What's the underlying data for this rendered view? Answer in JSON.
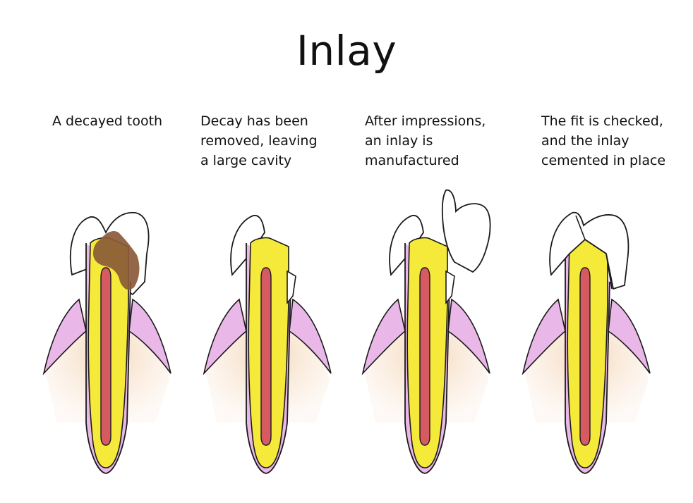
{
  "title": "Inlay",
  "steps": [
    {
      "caption": "A decayed tooth"
    },
    {
      "caption": "Decay has been\nremoved, leaving\na large cavity"
    },
    {
      "caption": "After impressions,\nan inlay is\nmanufactured"
    },
    {
      "caption": "The fit is checked,\nand the inlay\ncemented in place"
    }
  ],
  "colors": {
    "bone": "#f7dfc4",
    "gum": "#eab8e8",
    "dentin": "#f5ea3a",
    "pulp": "#d55a62",
    "decay": "#8a5a38",
    "enamel": "#ffffff",
    "outline": "#1a1a1a"
  }
}
